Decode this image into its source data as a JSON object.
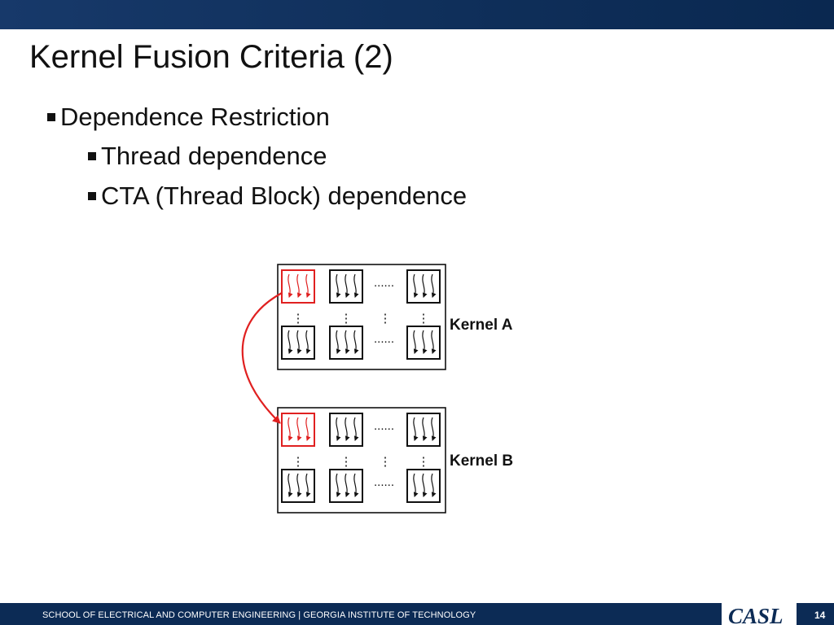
{
  "slide": {
    "title": "Kernel Fusion Criteria (2)",
    "bullets": [
      {
        "text": "Dependence Restriction",
        "level": 1
      },
      {
        "text": "Thread dependence",
        "level": 2
      },
      {
        "text": "CTA (Thread Block) dependence",
        "level": 2
      }
    ]
  },
  "diagram": {
    "kernels": [
      {
        "label": "Kernel A",
        "highlighted_block": "row1-col1"
      },
      {
        "label": "Kernel B",
        "highlighted_block": "row1-col1"
      }
    ],
    "ellipsis_horizontal": "......",
    "ellipsis_vertical": "⋮",
    "highlight_color": "#e02020",
    "line_color": "#111111",
    "dependency_arrow": {
      "from": "Kernel A",
      "to": "Kernel B"
    }
  },
  "footer": {
    "school": "SCHOOL OF ELECTRICAL AND COMPUTER ENGINEERING | GEORGIA INSTITUTE OF TECHNOLOGY",
    "logo": "CASL",
    "page_number": "14"
  },
  "colors": {
    "header_bar": "#17396a",
    "footer_bar": "#0c2b55"
  }
}
